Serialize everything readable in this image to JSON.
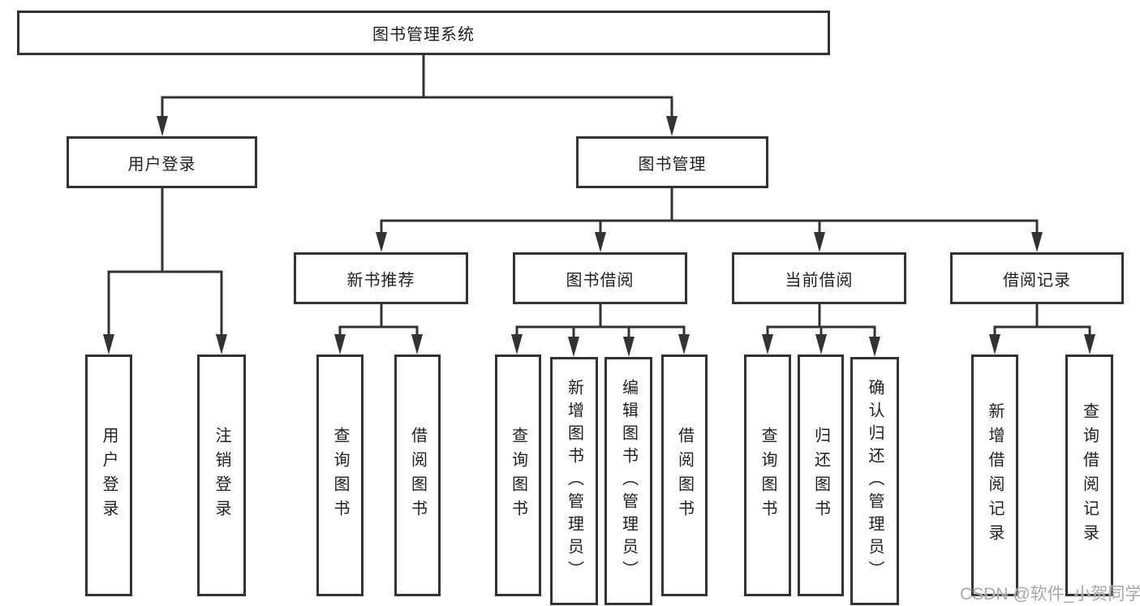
{
  "tree": {
    "root": {
      "label": "图书管理系统"
    },
    "branches": [
      {
        "label": "用户登录",
        "children": [
          {
            "label": "用户登录"
          },
          {
            "label": "注销登录"
          }
        ]
      },
      {
        "label": "图书管理",
        "children": [
          {
            "label": "新书推荐",
            "children": [
              {
                "label": "查询图书"
              },
              {
                "label": "借阅图书"
              }
            ]
          },
          {
            "label": "图书借阅",
            "children": [
              {
                "label": "查询图书"
              },
              {
                "label": "新增图书（管理员）"
              },
              {
                "label": "编辑图书（管理员）"
              },
              {
                "label": "借阅图书"
              }
            ]
          },
          {
            "label": "当前借阅",
            "children": [
              {
                "label": "查询图书"
              },
              {
                "label": "归还图书"
              },
              {
                "label": "确认归还（管理员）"
              }
            ]
          },
          {
            "label": "借阅记录",
            "children": [
              {
                "label": "新增借阅记录"
              },
              {
                "label": "查询借阅记录"
              }
            ]
          }
        ]
      }
    ]
  },
  "watermark": {
    "text": "CSDN @软件_小贺同学"
  },
  "colors": {
    "line": "#333333",
    "text": "#1f1f1f",
    "background": "#ffffff",
    "watermark": "#a7a7ac"
  }
}
